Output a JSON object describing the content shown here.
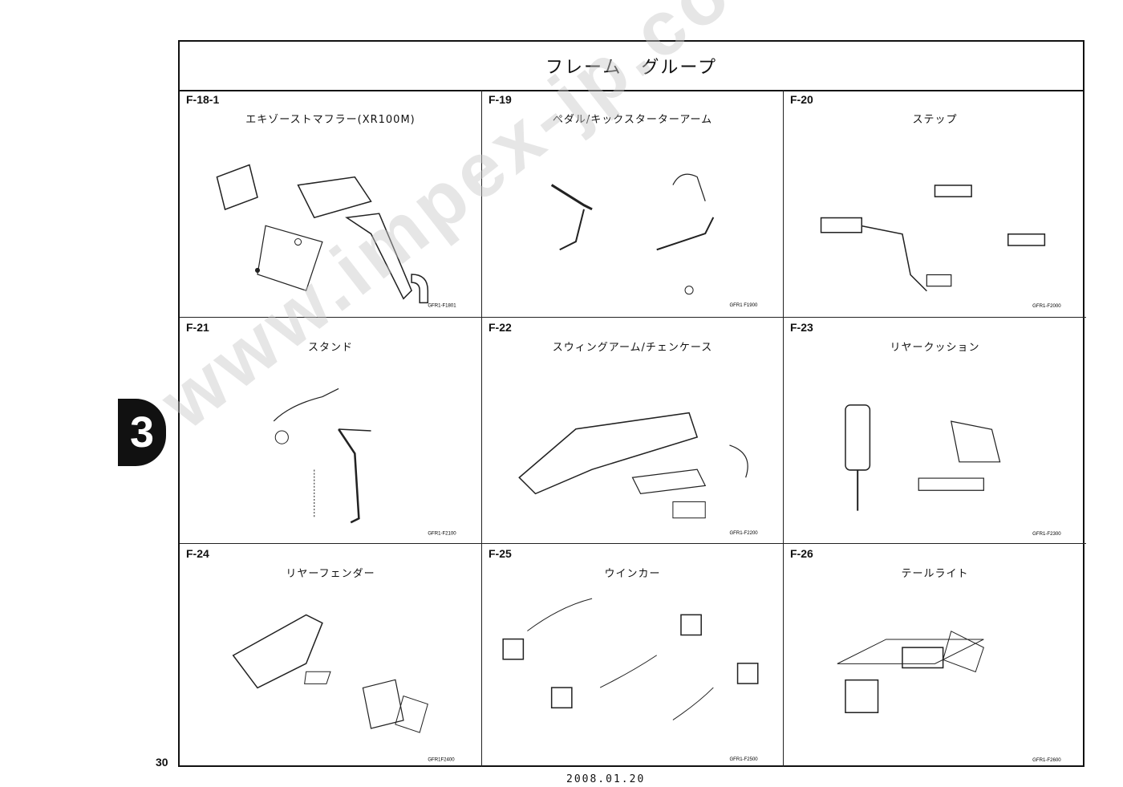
{
  "header": {
    "title": "フレーム　グループ"
  },
  "side_tab": {
    "label": "3"
  },
  "page_number": "30",
  "footer": {
    "date": "2008.01.20"
  },
  "watermark": "www.impex-jp.com",
  "cells": [
    {
      "code": "F-18-1",
      "name": "エキゾーストマフラー(XR100M)",
      "ref": "GFR1-F1801"
    },
    {
      "code": "F-19",
      "name": "ペダル/キックスターターアーム",
      "ref": "GFR1 F1900"
    },
    {
      "code": "F-20",
      "name": "ステップ",
      "ref": "GFR1-F2000"
    },
    {
      "code": "F-21",
      "name": "スタンド",
      "ref": "GFR1-F2100"
    },
    {
      "code": "F-22",
      "name": "スウィングアーム/チェンケース",
      "ref": "GFR1-F2200"
    },
    {
      "code": "F-23",
      "name": "リヤークッション",
      "ref": "GFR1-F2300"
    },
    {
      "code": "F-24",
      "name": "リヤーフェンダー",
      "ref": "GFR1F2400"
    },
    {
      "code": "F-25",
      "name": "ウインカー",
      "ref": "GFR1-F2500"
    },
    {
      "code": "F-26",
      "name": "テールライト",
      "ref": "GFR1-F2600"
    }
  ]
}
